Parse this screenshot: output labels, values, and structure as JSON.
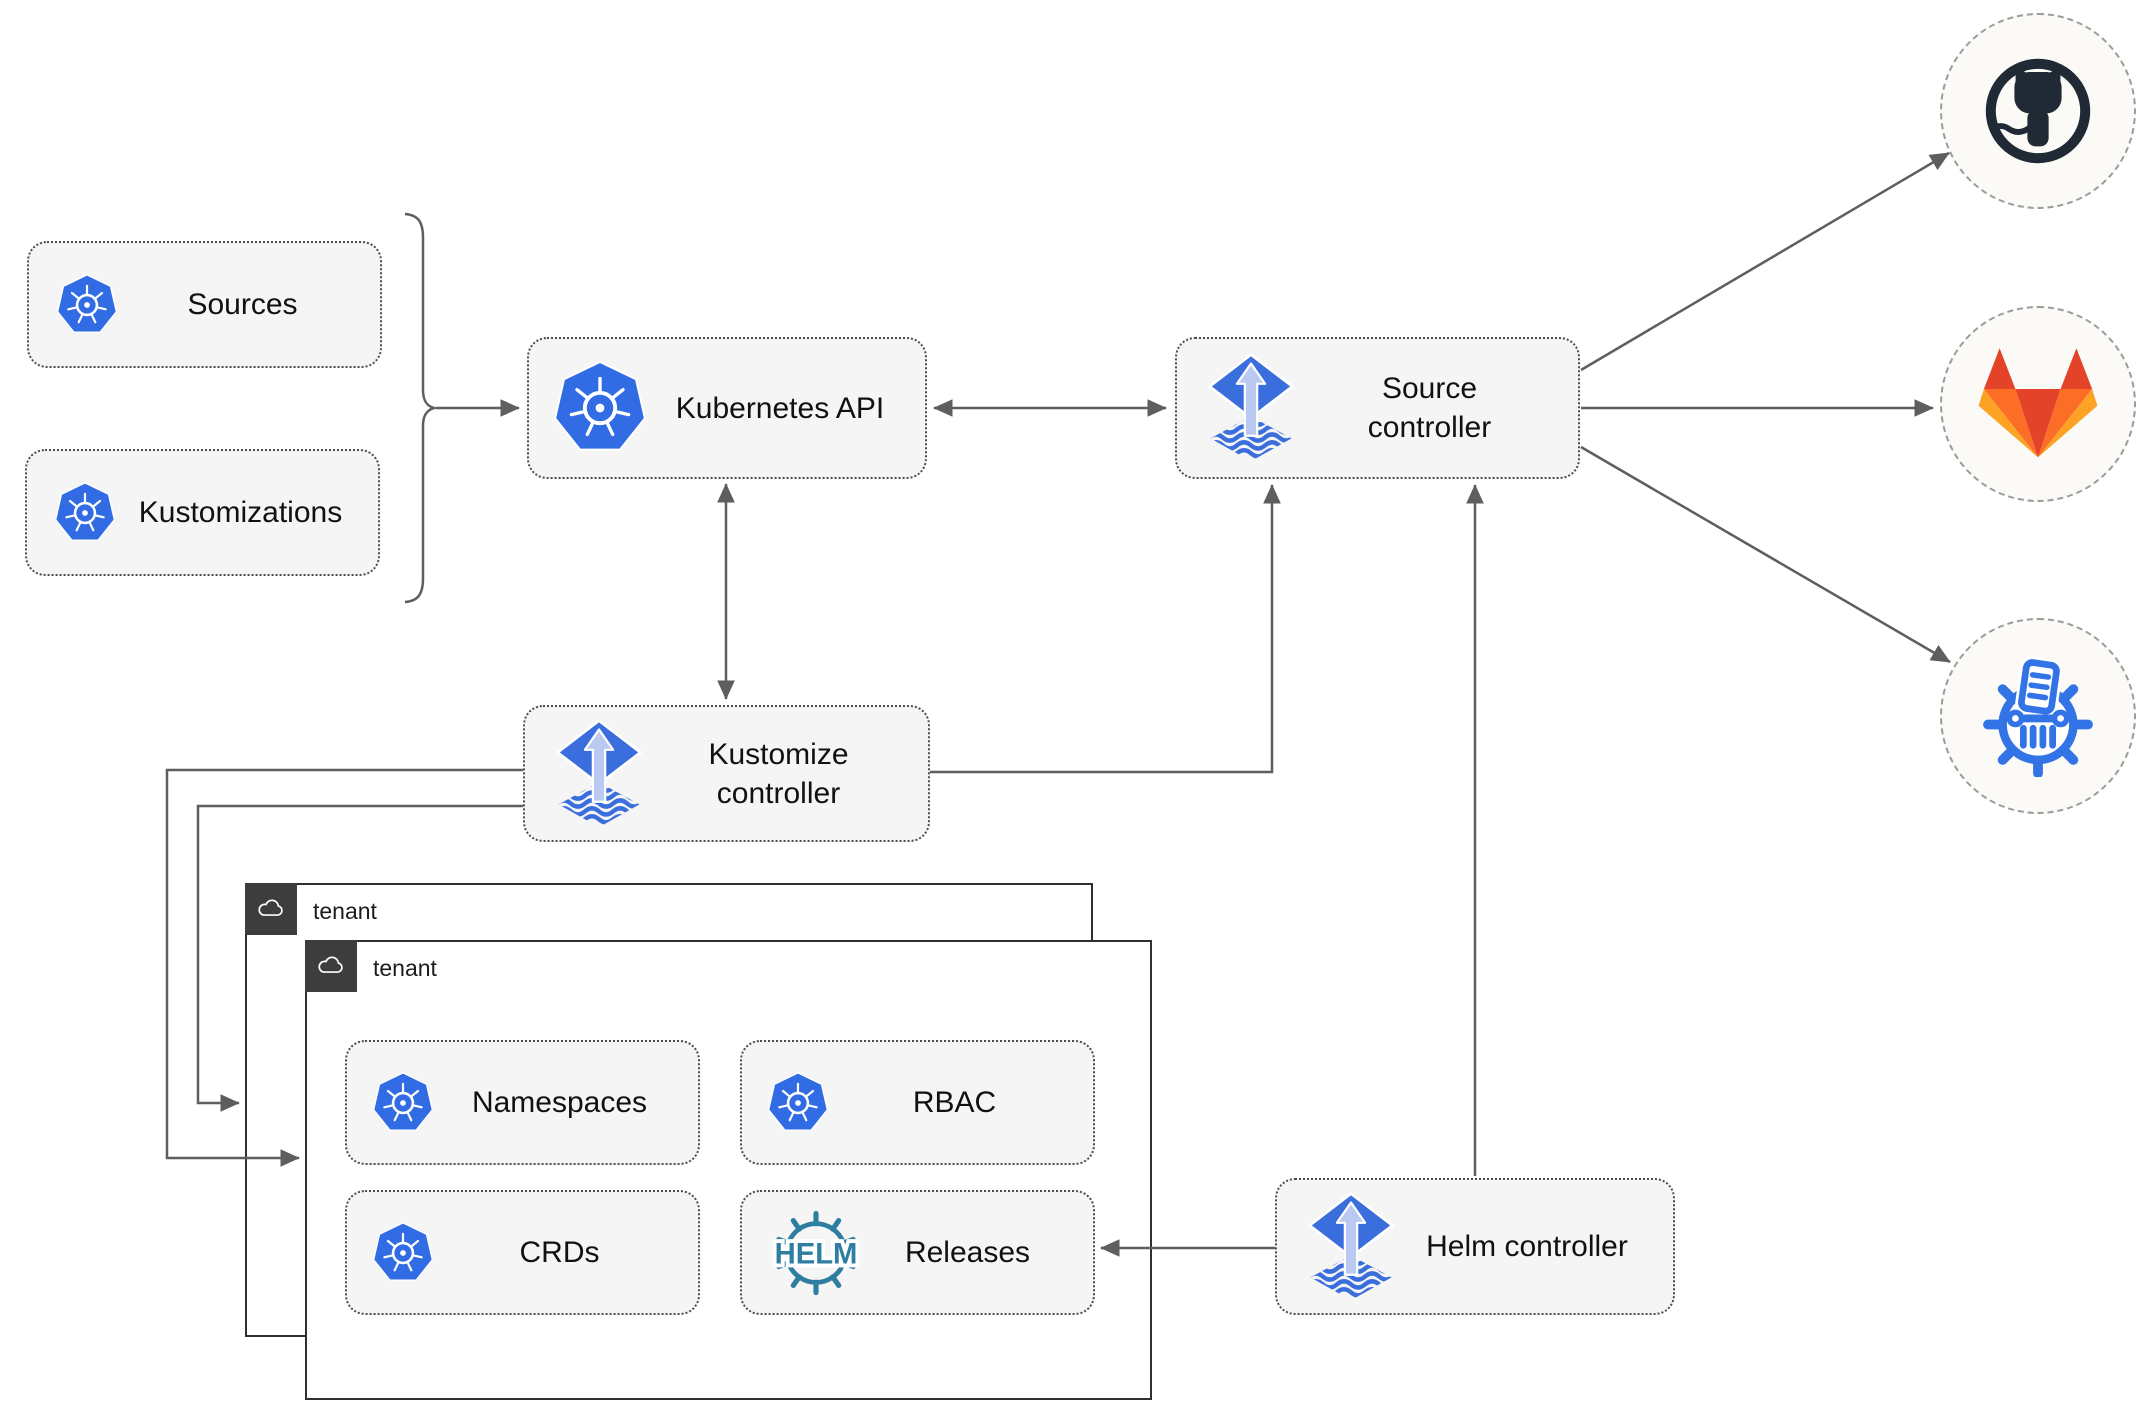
{
  "nodes": {
    "sources": {
      "label": "Sources",
      "icon": "kubernetes-icon"
    },
    "kustomizations": {
      "label": "Kustomizations",
      "icon": "kubernetes-icon"
    },
    "kubernetes_api": {
      "label": "Kubernetes API",
      "icon": "kubernetes-icon"
    },
    "source_controller": {
      "label": "Source controller",
      "icon": "flux-icon"
    },
    "kustomize_controller": {
      "label": "Kustomize controller",
      "icon": "flux-icon"
    },
    "helm_controller": {
      "label": "Helm controller",
      "icon": "flux-icon"
    },
    "namespaces": {
      "label": "Namespaces",
      "icon": "kubernetes-icon"
    },
    "rbac": {
      "label": "RBAC",
      "icon": "kubernetes-icon"
    },
    "crds": {
      "label": "CRDs",
      "icon": "kubernetes-icon"
    },
    "releases": {
      "label": "Releases",
      "icon": "helm-icon"
    }
  },
  "tenants": {
    "back": {
      "label": "tenant",
      "icon": "cloud-icon"
    },
    "front": {
      "label": "tenant",
      "icon": "cloud-icon"
    }
  },
  "endpoints": {
    "github": {
      "icon": "github-icon"
    },
    "gitlab": {
      "icon": "gitlab-icon"
    },
    "helm_repository": {
      "icon": "helm-repository-icon"
    }
  },
  "helm_logo_text": "HELM",
  "colors": {
    "kubernetes_blue": "#326ce5",
    "flux_blue": "#3b6edd",
    "flux_arrow_light": "#b9c9f2",
    "helm_teal": "#2e7ea1",
    "github_dark": "#1f2a35",
    "gitlab_red": "#e24329",
    "gitlab_orange": "#fc6d26",
    "gitlab_amber": "#fca326",
    "storage_blue": "#3273e6",
    "connector_gray": "#5e5e5e",
    "node_background": "#f5f5f5",
    "node_border": "#4d4d4d",
    "tenant_border": "#2f2f2f",
    "tenant_tab_background": "#3d3d3d",
    "endpoint_border": "#9b9b9b",
    "endpoint_background": "#fbfaf6"
  }
}
